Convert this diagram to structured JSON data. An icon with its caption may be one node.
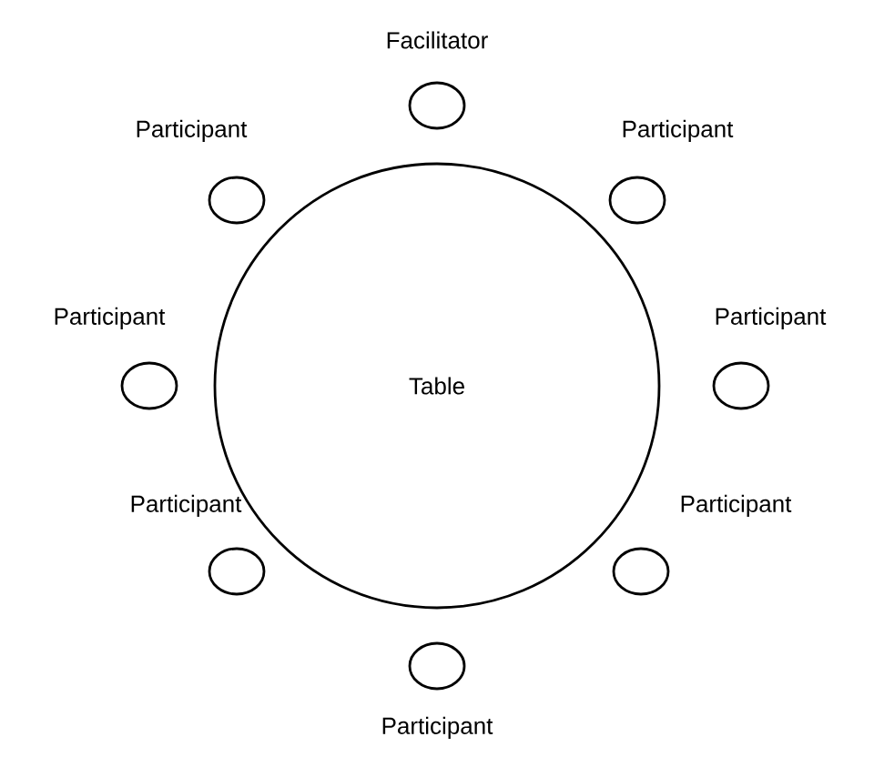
{
  "diagram": {
    "nodes": [
      {
        "text": [
          "Facilitator"
        ]
      },
      {
        "text": [
          "Participant"
        ]
      },
      {
        "text": [
          "Participant"
        ]
      },
      {
        "text": [
          "Participant"
        ]
      },
      {
        "text": [
          "Table"
        ]
      },
      {
        "text": [
          "Participant"
        ]
      },
      {
        "text": [
          "Participant"
        ]
      },
      {
        "text": [
          "Participant"
        ]
      },
      {
        "text": [
          "Participant"
        ]
      }
    ]
  }
}
